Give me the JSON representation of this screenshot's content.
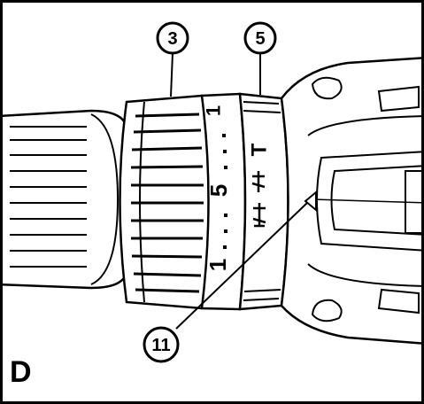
{
  "figure": {
    "panel_label": "D",
    "callouts": [
      {
        "id": "callout-3",
        "label": "3"
      },
      {
        "id": "callout-5",
        "label": "5"
      },
      {
        "id": "callout-11",
        "label": "11"
      }
    ],
    "collar_markings": {
      "top": "1",
      "middle": "5",
      "bottom": "1",
      "icon_top": "T",
      "icon_mid": "drill-mode-icon",
      "icon_low": "hammer-mode-icon"
    }
  }
}
